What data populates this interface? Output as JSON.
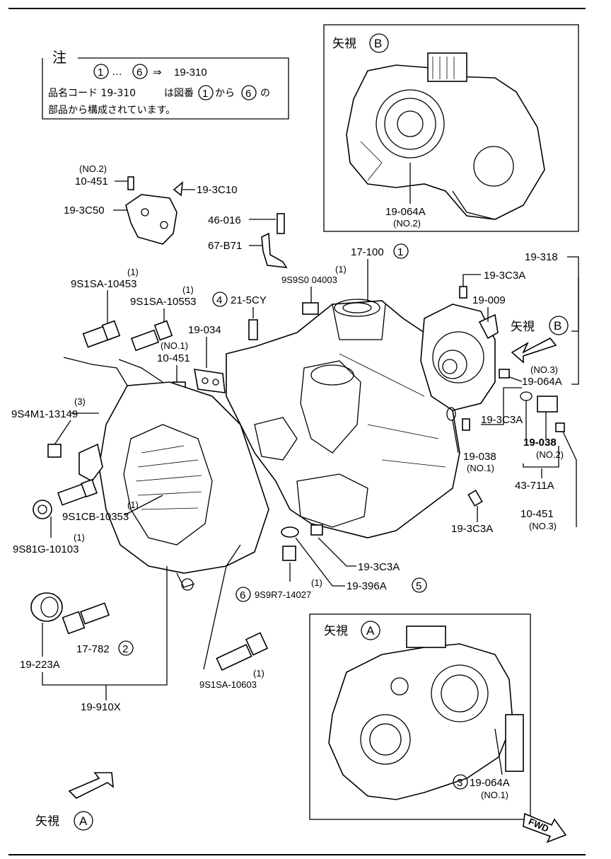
{
  "note": {
    "title": "注",
    "line1": "1 … 6 ⇒ 19-310",
    "line1_from": "1",
    "line1_ellipsis": "…",
    "line1_to": "6",
    "line1_arrow": "⇒",
    "line1_code": "19-310",
    "line2_a": "品名コード 19-310",
    "line2_b": "は図番",
    "line2_c": "1",
    "line2_d": "から",
    "line2_e": "6",
    "line2_f": "の",
    "line3": "部品から構成されています。"
  },
  "views": {
    "view_b_title": "矢視",
    "view_b_letter": "B",
    "view_a_title": "矢視",
    "view_a_letter": "A",
    "fwd": "FWD"
  },
  "labels": {
    "no2_a": "(NO.2)",
    "p10_451": "10-451",
    "p19_3c10": "19-3C10",
    "p19_3c50": "19-3C50",
    "p46_016": "46-016",
    "p67_b71": "67-B71",
    "p17_100": "17-100",
    "p17_100_num": "1",
    "q1_a": "(1)",
    "p9s9s0": "9S9S0 04003",
    "q1_b": "(1)",
    "p9s1sa_10453": "9S1SA-10453",
    "q1_c": "(1)",
    "p9s1sa_10553": "9S1SA-10553",
    "p4_num": "4",
    "p21_5cy": "21-5CY",
    "p19_034": "19-034",
    "no1_a": "(NO.1)",
    "p10_451_b": "10-451",
    "q3": "(3)",
    "p9s4m1": "9S4M1-13149",
    "q1_d": "(1)",
    "p9s1cb": "9S1CB-10353",
    "q1_e": "(1)",
    "p9s81g": "9S81G-10103",
    "p17_782": "17-782",
    "p17_782_num": "2",
    "p19_223a": "19-223A",
    "p19_910x": "19-910X",
    "p6_num": "6",
    "q1_f": "(1)",
    "p9s9r7": "9S9R7-14027",
    "q1_g": "(1)",
    "p9s1sa_10603": "9S1SA-10603",
    "p19_3c3a_a": "19-3C3A",
    "p19_396a": "19-396A",
    "p19_396a_num": "5",
    "p19_318": "19-318",
    "p19_3c3a_b": "19-3C3A",
    "p19_009": "19-009",
    "no3_a": "(NO.3)",
    "p19_064a_a": "19-064A",
    "p19_3c3a_c": "19-3C3A",
    "p19_038_a": "19-038",
    "no1_b": "(NO.1)",
    "p19_038_b": "19-038",
    "no2_b": "(NO.2)",
    "p43_711a": "43-711A",
    "p19_3c3a_d": "19-3C3A",
    "p10_451_c": "10-451",
    "no3_b": "(NO.3)",
    "p19_064a_b": "19-064A",
    "no2_c": "(NO.2)",
    "p19_064a_c": "19-064A",
    "p19_064a_c_num": "3",
    "no1_c": "(NO.1)"
  }
}
